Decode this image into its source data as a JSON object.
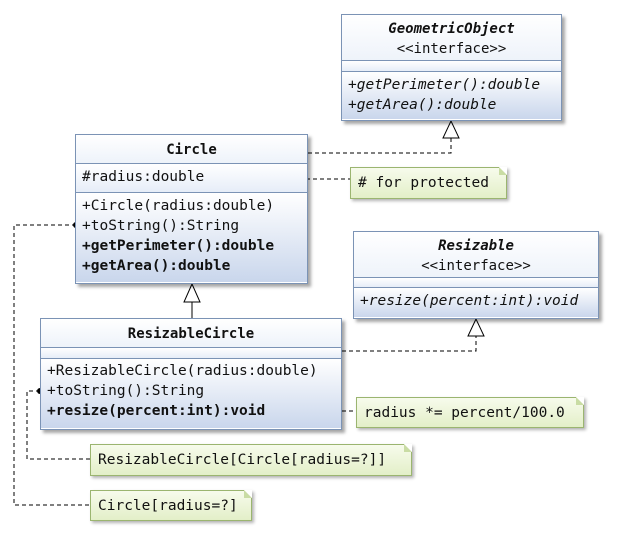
{
  "geometric_object": {
    "name": "GeometricObject",
    "stereotype": "<<interface>>",
    "operations": [
      "+getPerimeter():double",
      "+getArea():double"
    ]
  },
  "circle": {
    "name": "Circle",
    "attributes": [
      "#radius:double"
    ],
    "operations": [
      "+Circle(radius:double)",
      "+toString():String",
      "+getPerimeter():double",
      "+getArea():double"
    ]
  },
  "resizable": {
    "name": "Resizable",
    "stereotype": "<<interface>>",
    "operations": [
      "+resize(percent:int):void"
    ]
  },
  "resizable_circle": {
    "name": "ResizableCircle",
    "operations": [
      "+ResizableCircle(radius:double)",
      "+toString():String",
      "+resize(percent:int):void"
    ]
  },
  "notes": {
    "protected": "# for protected",
    "resize": "radius *= percent/100.0",
    "resizable_circle_tostring": "ResizableCircle[Circle[radius=?]]",
    "circle_tostring": "Circle[radius=?]"
  },
  "colors": {
    "class_border": "#7b93b5",
    "class_fill_bottom": "#c9d6ec",
    "note_fill": "#e3efc8",
    "note_border": "#9bb570"
  }
}
